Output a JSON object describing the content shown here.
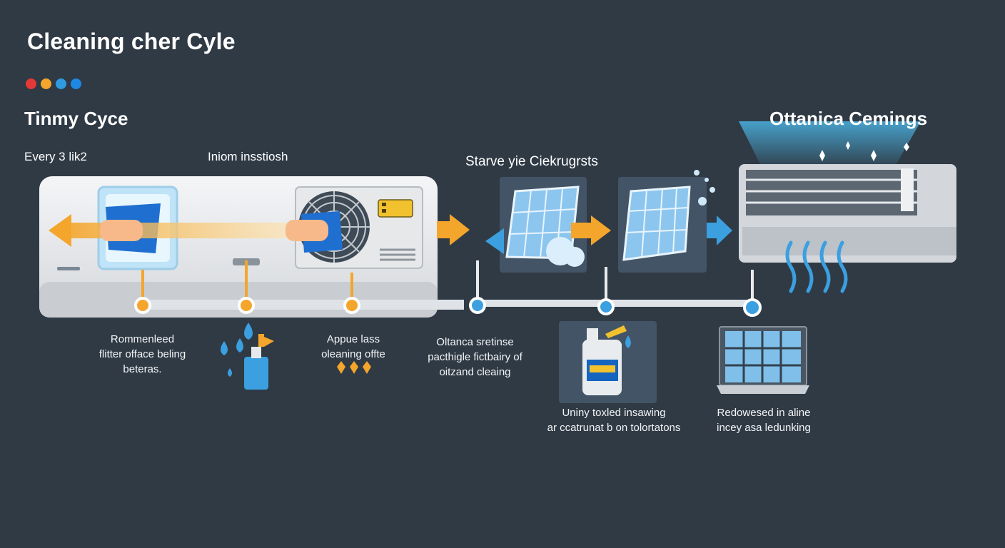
{
  "title": "Cleaning cher Cyle",
  "palette_dots": [
    "#e53935",
    "#f4a52b",
    "#2f9ae0",
    "#1e88e5"
  ],
  "colors": {
    "background": "#2f3a45",
    "orange": "#f4a52b",
    "blue": "#3b9fe0",
    "panel": "#435466"
  },
  "left_section": {
    "heading": "Tinmy Cyce",
    "interval": "Every 3 lik2",
    "label": "Iniom insstiosh"
  },
  "middle_section": {
    "heading": "Starve yie Ciekrugrsts"
  },
  "right_section": {
    "heading": "Ottanica Cemings"
  },
  "steps": [
    {
      "caption": [
        "Rommenleed",
        "flitter offace beling",
        "beteras."
      ],
      "icon": "spray-bottle-icon"
    },
    {
      "caption": [
        "Appue lass",
        "oleaning offte"
      ],
      "icon": "diamond-markers-icon"
    },
    {
      "caption": [
        "Oltanca sretinse",
        "pacthigle fictbairy of",
        "oitzand cleaing"
      ],
      "icon": "none"
    },
    {
      "caption": [
        "Uniny toxled insawing",
        "ar ccatrunat b on tolortatons"
      ],
      "icon": "cleaner-jug-icon"
    },
    {
      "caption": [
        "Redowesed in aline",
        "incey asa ledunking"
      ],
      "icon": "clean-filter-laptop-icon"
    }
  ]
}
